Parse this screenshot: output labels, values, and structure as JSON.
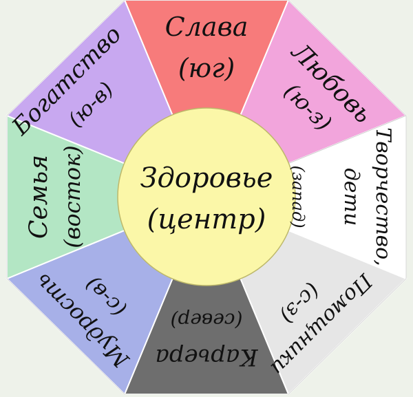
{
  "center": {
    "line1": "Здоровье",
    "line2": "(центр)",
    "color": "#fbf7a8"
  },
  "sectors": [
    {
      "id": "south",
      "line1": "Слава",
      "line2": "(юг)",
      "color": "#f77b7b"
    },
    {
      "id": "south-west",
      "line1": "Любовь",
      "line2": "(ю-з)",
      "color": "#f2a5dc"
    },
    {
      "id": "west",
      "line1": "Творчество,",
      "line2": "дети",
      "line3": "(запад)",
      "color": "#ffffff"
    },
    {
      "id": "north-west",
      "line1": "Помощники",
      "line2": "(с-з)",
      "color": "#e6e6e6"
    },
    {
      "id": "north",
      "line1": "Карьера",
      "line2": "(север)",
      "color": "#6e6e6e"
    },
    {
      "id": "north-east",
      "line1": "Мудрость",
      "line2": "(с-в)",
      "color": "#a7b0e8"
    },
    {
      "id": "east",
      "line1": "Семья",
      "line2": "(восток)",
      "color": "#b3e6c4"
    },
    {
      "id": "south-east",
      "line1": "Богатство",
      "line2": "(ю-в)",
      "color": "#c8a8f0"
    }
  ]
}
